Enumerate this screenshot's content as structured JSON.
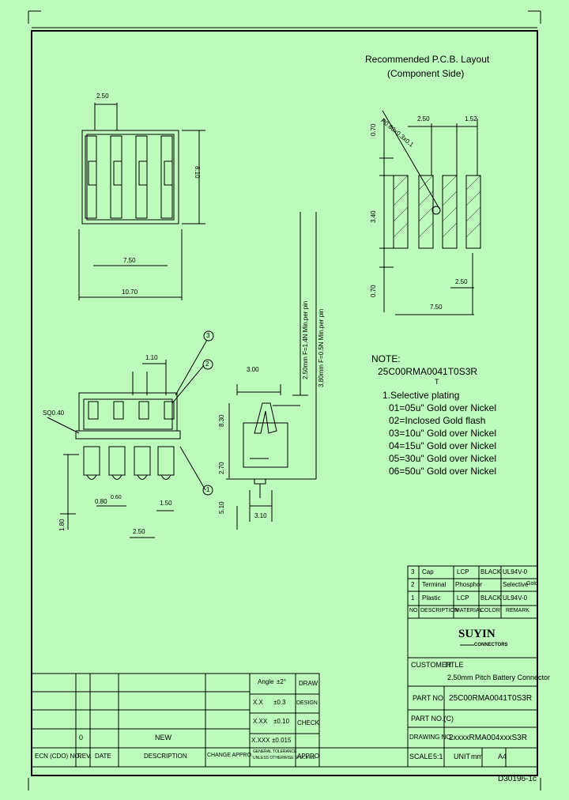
{
  "layout_title": [
    "Recommended P.C.B. Layout",
    "(Component Side)"
  ],
  "dimensions": {
    "pitch_top": "2.50",
    "height_front": "8.10",
    "width_inner": "7.50",
    "width_outer": "10.70",
    "pcb_pitch": "2.50",
    "pcb_pad_w": "1.52",
    "pcb_top_gap": "0.70",
    "pcb_pad_h": "3.40",
    "pcb_bottom": "0.70",
    "pcb_span": "7.50",
    "pcb_pitch2": "2.50",
    "pad_note": "P0.80x0.3x0.1",
    "side_top": "3.00",
    "side_h1": "8.30",
    "side_h2": "2.70",
    "side_h3": "5.10",
    "side_w": "3.10",
    "front_pin": "1.10",
    "front_pitch": "2.50",
    "front_pin_w": "1.50",
    "front_pin_h": "0.80",
    "front_pin_note": "0.60",
    "front_pin_base": "1.80",
    "sq_note": "SQ0.40",
    "force1": "2.50mm F=1.4N Min.per pin",
    "force2": "3.80mm F=0.5N Min.per pin"
  },
  "callouts": [
    "1",
    "2",
    "3"
  ],
  "notes": {
    "heading": "NOTE:",
    "part": "25C00RMA0041T0S3R",
    "marker": "T",
    "intro": "1.Selective plating",
    "lines": [
      "01=05u\" Gold over Nickel",
      "02=Inclosed Gold flash",
      "03=10u\" Gold over Nickel",
      "04=15u\" Gold over Nickel",
      "05=30u\" Gold over Nickel",
      "06=50u\" Gold over Nickel"
    ]
  },
  "bom": [
    {
      "no": "3",
      "name": "Cap",
      "mat": "LCP",
      "color": "BLACK",
      "spec": "UL94V-0"
    },
    {
      "no": "2",
      "name": "Terminal",
      "mat": "Phosphor",
      "color": "Selective",
      "spec": "Gold"
    },
    {
      "no": "1",
      "name": "Plastic",
      "mat": "LCP",
      "color": "BLACK",
      "spec": "UL94V-0"
    }
  ],
  "bom_header": {
    "no": "NO.",
    "name": "DESCRIPTION",
    "mat": "MATERIAL",
    "color": "COLOR",
    "spec": "REMARK"
  },
  "company": {
    "name": "SUYIN",
    "sub": "CONNECTORS"
  },
  "title_block": {
    "customer_label": "CUSTOMER",
    "title_label": "TITLE",
    "title_value": "2.50mm Pitch Battery Connector",
    "part_no_label": "PART NO.",
    "part_no_value": "25C00RMA0041T0S3R",
    "partno_c_label": "PART NO.(C)",
    "drawing_label": "DRAWING NO.",
    "drawing_value": "2xxxxRMA004xxxS3R",
    "scale_label": "SCALE",
    "scale_value": "5:1",
    "unit_label": "UNIT",
    "unit_value": "mm",
    "size_label": "A4"
  },
  "tolerances": [
    {
      "label": "Angle",
      "value": "±2°",
      "role": "DRAW"
    },
    {
      "label": "X.X",
      "value": "±0.3",
      "role": "DESIGN"
    },
    {
      "label": "X.XX",
      "value": "±0.10",
      "role": "CHECK"
    },
    {
      "label": "X.XXX",
      "value": "±0.015",
      "role": "APPRO"
    }
  ],
  "revision_table": {
    "row_rev": "0",
    "row_desc": "NEW",
    "headers": [
      "ECN (CDO) NO.",
      "REV.",
      "DATE",
      "DESCRIPTION",
      "CHANGE APPRO."
    ],
    "gen_tol": [
      "GENERAL TOLERANCE",
      "UNLESS OTHERWISE SPECIFIED"
    ]
  },
  "doc_code": "D30196-1c"
}
